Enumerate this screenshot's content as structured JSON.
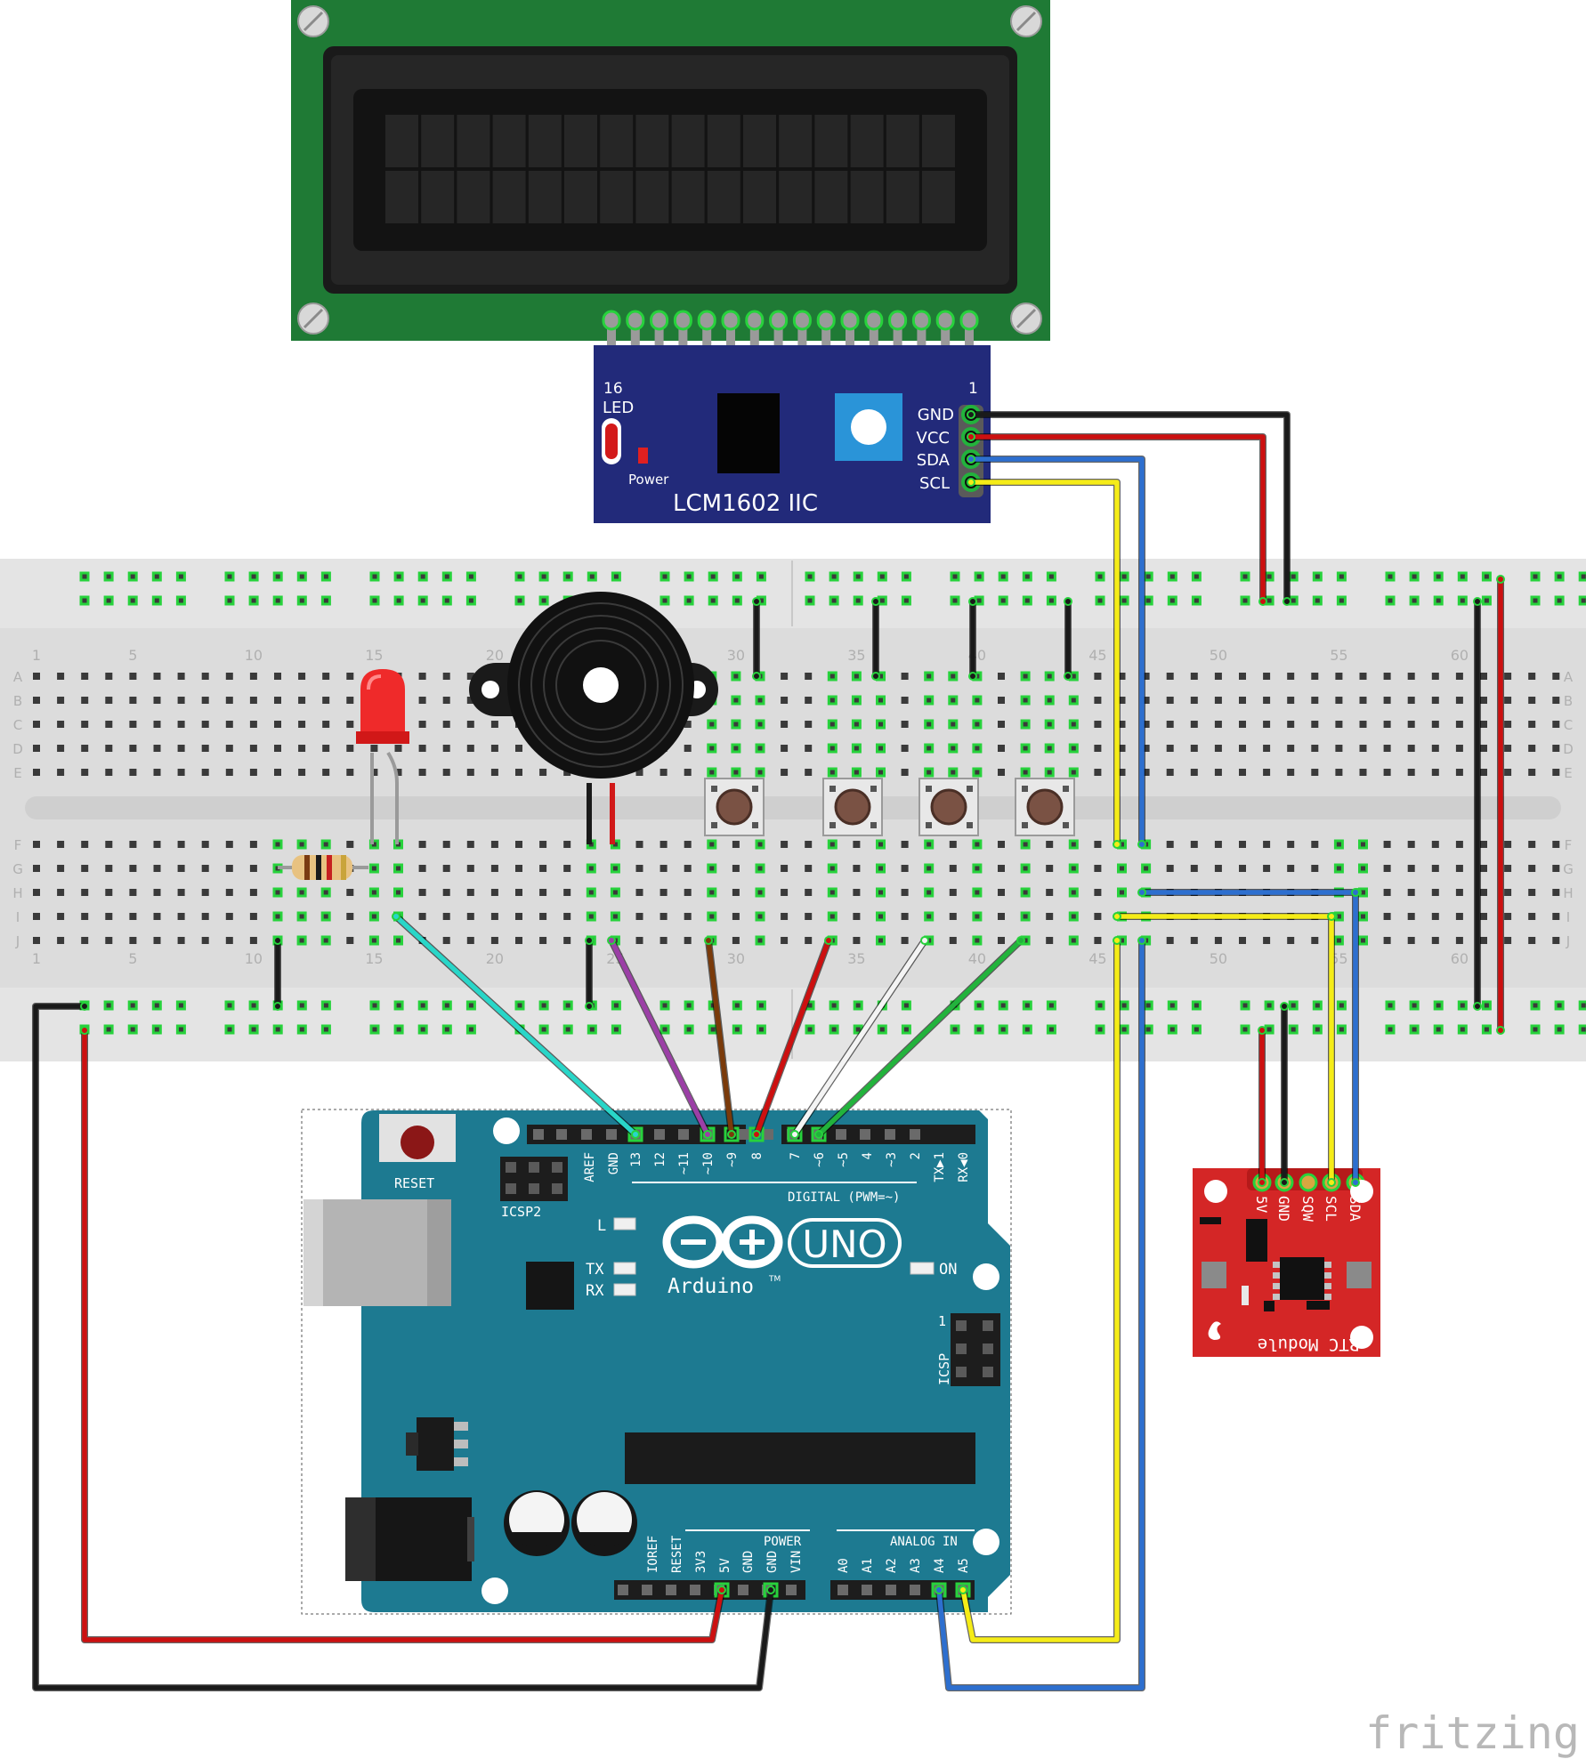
{
  "lcd": {
    "label": "LCM1602 IIC",
    "pin16": "16",
    "pin1": "1",
    "led": "LED",
    "power": "Power",
    "pins": [
      "GND",
      "VCC",
      "SDA",
      "SCL"
    ]
  },
  "breadboard": {
    "rows_top": [
      "A",
      "B",
      "C",
      "D",
      "E"
    ],
    "rows_bottom": [
      "F",
      "G",
      "H",
      "I",
      "J"
    ],
    "col_numbers": [
      "1",
      "5",
      "10",
      "15",
      "20",
      "25",
      "30",
      "35",
      "40",
      "45",
      "50",
      "55",
      "60"
    ]
  },
  "arduino": {
    "reset": "RESET",
    "icsp2": "ICSP2",
    "icsp": "ICSP",
    "icsp_one": "1",
    "uno": "UNO",
    "brand": "Arduino",
    "tm": "TM",
    "on": "ON",
    "l": "L",
    "tx": "TX",
    "rx": "RX",
    "digital": "DIGITAL (PWM=~)",
    "power": "POWER",
    "analog": "ANALOG IN",
    "digital_pins": [
      "AREF",
      "GND",
      "13",
      "12",
      "~11",
      "~10",
      "~9",
      "8",
      "7",
      "~6",
      "~5",
      "4",
      "~3",
      "2",
      "TX▶1",
      "RX◀0"
    ],
    "power_pins": [
      "IOREF",
      "RESET",
      "3V3",
      "5V",
      "GND",
      "GND",
      "VIN"
    ],
    "analog_pins": [
      "A0",
      "A1",
      "A2",
      "A3",
      "A4",
      "A5"
    ]
  },
  "rtc": {
    "label": "RTC Module",
    "pins": [
      "5V",
      "GND",
      "SQW",
      "SCL",
      "SDA"
    ]
  },
  "watermark": "fritzing",
  "colors": {
    "lcd_green": "#1f7a35",
    "lcd_module_blue": "#222a7a",
    "board_teal": "#1d7a91",
    "rtc_red": "#d42626",
    "wire_red": "#cc1010",
    "wire_black": "#1a1a1a",
    "wire_blue": "#2d6fcf",
    "wire_yellow": "#f5ec17",
    "wire_cyan": "#29d6c8",
    "wire_purple": "#9b3fa6",
    "wire_brown": "#7a3a0a",
    "wire_white": "#f4f4f4",
    "wire_green": "#22b33c"
  }
}
